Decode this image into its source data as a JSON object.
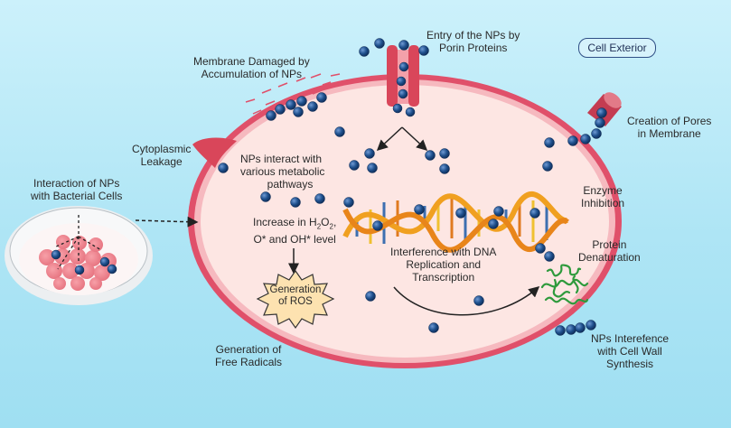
{
  "labels": {
    "cell_exterior": "Cell Exterior",
    "entry_line1": "Entry of the  NPs  by",
    "entry_line2": "Porin Proteins",
    "membrane_line1": "Membrane Damaged by",
    "membrane_line2": "Accumulation of NPs",
    "pores_line1": "Creation of Pores",
    "pores_line2": "in Membrane",
    "leakage_line1": "Cytoplasmic",
    "leakage_line2": "Leakage",
    "interact_line1": "NPs  interact with",
    "interact_line2": "various metabolic",
    "interact_line3": "pathways",
    "bacterial_line1": "Interaction  of NPs",
    "bacterial_line2": "with Bacterial Cells",
    "increase_line1_pre": "Increase in H",
    "increase_sub2a": "2",
    "increase_mid": "O",
    "increase_sub2b": "2",
    "increase_comma": ",",
    "increase_line2": "O* and OH* level",
    "ros_line1": "Generation",
    "ros_line2": "of ROS",
    "enzyme_line1": "Enzyme",
    "enzyme_line2": "Inhibition",
    "protein_line1": "Protein",
    "protein_line2": "Denaturation",
    "dna_line1": "Interference with DNA",
    "dna_line2": "Replication and",
    "dna_line3": "Transcription",
    "free_line1": "Generation of",
    "free_line2": "Free Radicals",
    "cellwall_line1": "NPs Interefence",
    "cellwall_line2": "with Cell Wall",
    "cellwall_line3": "Synthesis"
  },
  "colors": {
    "membrane": "#e0506a",
    "cytoplasm": "#fde6e3",
    "nanoparticle": "#1e4f8c",
    "dna_strand": "#f0a020",
    "dna_rung_blue": "#3d6fb0",
    "protein": "#2e9a3c",
    "ros_star": "#fde2b0",
    "porin": "#d9465a"
  }
}
